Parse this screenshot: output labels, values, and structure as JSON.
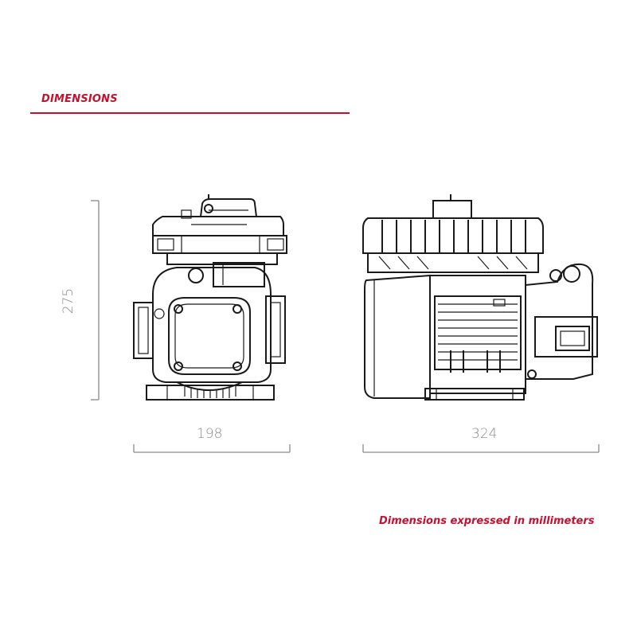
{
  "header": {
    "title": "DIMENSIONS"
  },
  "dimensions": {
    "height": "275",
    "front_width": "198",
    "side_width": "324"
  },
  "footnote": "Dimensions expressed in millimeters",
  "colors": {
    "accent": "#c4112f",
    "dimension_lines": "#8a8a8a",
    "drawing": "#1a1a1a"
  }
}
